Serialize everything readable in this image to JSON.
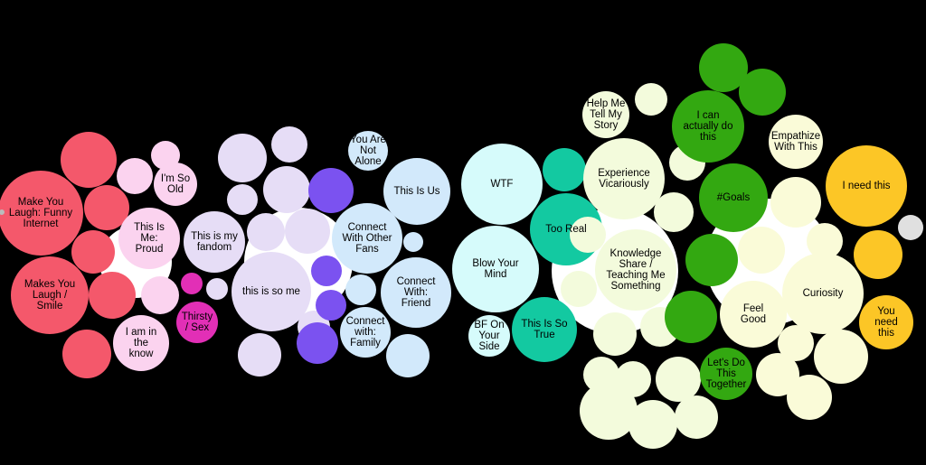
{
  "chart_data": {
    "type": "bubble-cluster",
    "background": "#000000",
    "groups": [
      {
        "name_key": "laugh",
        "color": "#f4586b",
        "light": "#fbd3ef",
        "labels": [
          "Make You Laugh: Funny Internet",
          "Makes You Laugh / Smile"
        ]
      },
      {
        "name_key": "me",
        "color": "#fbd3ef",
        "labels": [
          "I'm So Old",
          "This Is Me: Proud",
          "I am in the know"
        ]
      },
      {
        "name_key": "thirsty",
        "color": "#e22fb6",
        "labels": [
          "Thirsty / Sex"
        ]
      },
      {
        "name_key": "fandom",
        "color": "#e6ddf6",
        "labels": [
          "This is my fandom",
          "this is so me"
        ]
      },
      {
        "name_key": "connect",
        "color": "#d2e9fb",
        "accent": "#7b52f0",
        "labels": [
          "You Are Not Alone",
          "This Is Us",
          "Connect With Other Fans",
          "Connect With: Friend",
          "Connect with: Family"
        ]
      },
      {
        "name_key": "wtf",
        "color": "#d6fbfb",
        "labels": [
          "WTF",
          "Blow Your Mind",
          "BF On Your Side"
        ]
      },
      {
        "name_key": "real",
        "color": "#13c9a1",
        "labels": [
          "Too Real",
          "This Is So True"
        ]
      },
      {
        "name_key": "story",
        "color": "#f3fbdc",
        "labels": [
          "Help Me Tell My Story",
          "Experience Vicariously",
          "Knowledge Share / Teaching Me Something"
        ]
      },
      {
        "name_key": "goals",
        "color": "#33a811",
        "labels": [
          "I can actually do this",
          "#Goals",
          "Let's Do This Together"
        ]
      },
      {
        "name_key": "feel",
        "color": "#fafbd8",
        "labels": [
          "Empathize With This",
          "Feel Good",
          "Curiosity"
        ]
      },
      {
        "name_key": "need",
        "color": "#fcc626",
        "labels": [
          "I need this",
          "You need this"
        ]
      }
    ]
  }
}
